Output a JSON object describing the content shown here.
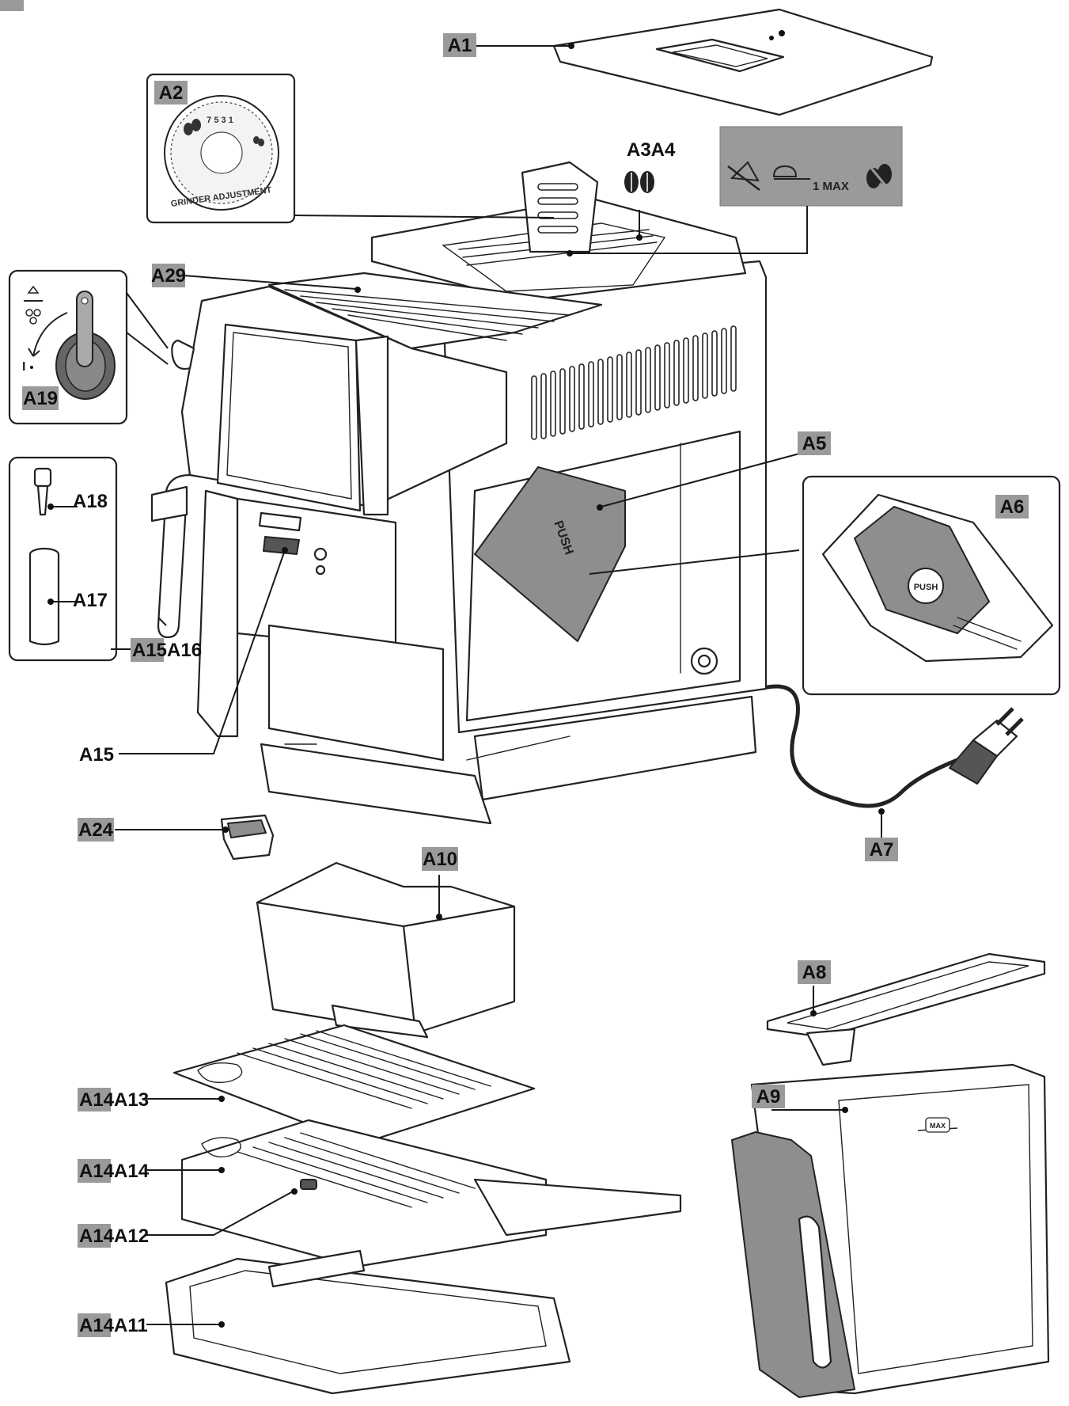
{
  "labels": {
    "a1": "A1",
    "a2": "A2",
    "a3a4": "A3A4",
    "a29": "A29",
    "a19": "A19",
    "a18": "A18",
    "a17": "A17",
    "a15a16": "A15A16",
    "a5": "A5",
    "a6": "A6",
    "a15": "A15",
    "a24": "A24",
    "a7": "A7",
    "a10": "A10",
    "a8": "A8",
    "a9": "A9",
    "a14a13": "A14A13",
    "a14a14": "A14A14",
    "a14a12": "A14A12",
    "a14a11": "A14A11"
  },
  "dial": {
    "numbers": "7 5 3 1",
    "text": "GRINDER ADJUSTMENT"
  },
  "bean_panel": {
    "measure": "1 MAX"
  },
  "tank": {
    "max_mark": "MAX"
  },
  "brew_unit": {
    "text": "PUSH"
  },
  "icons": [
    "no-ground-coffee-icon",
    "measuring-scoop-icon",
    "no-beans-icon",
    "coffee-beans-icon",
    "steam-knob-icon",
    "water-drops-icon"
  ]
}
